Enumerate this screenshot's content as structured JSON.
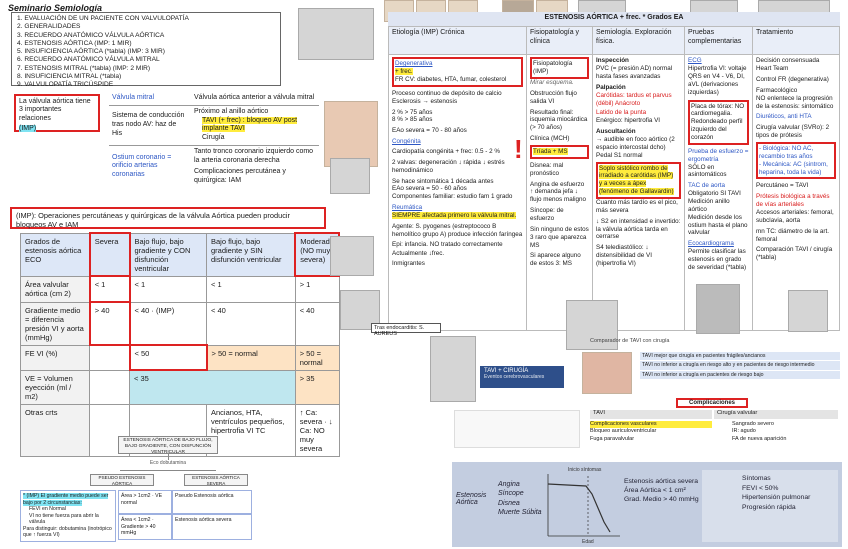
{
  "header": {
    "title": "Seminario Semiología",
    "index": [
      "1. EVALUACIÓN DE UN PACIENTE CON VALVULOPATÍA",
      "2. GENERALIDADES",
      "3. RECUERDO ANATÓMICO VÁLVULA AÓRTICA",
      "4. ESTENOSIS AÓRTICA (IMP: 1 MIR)",
      "5. INSUFICIENCIA AÓRTICA (*tabla) (IMP: 3 MIR)",
      "6. RECUERDO ANATÓMICO VÁLVULA MITRAL",
      "7. ESTENOSIS MITRAL (*tabla) (IMP: 2 MIR)",
      "8. INSUFICIENCIA MITRAL (*tabla)",
      "9. VALVULOPATÍA TRICÚSPIDE"
    ]
  },
  "aortic_note": {
    "text": "La válvula aórtica tiene 3 importantes relaciones",
    "badge": "(IMP)"
  },
  "relations": {
    "row1_left": "Válvula mitral",
    "row1_right": "Válvula aórtica anterior a válvula mitral",
    "row2_left": "Sistema de conducción tras nodo AV: haz de His",
    "row2_right_intro": "Próximo al anillo aórtico",
    "row2_bullets": [
      "TAVI (+ frec) : bloqueo AV post implante TAVI",
      "Cirugía"
    ],
    "row3_left": "Ostium coronario = orificio arterias coronarias",
    "row3_right_a": "Tanto tronco coronario izquierdo como la arteria coronaria derecha",
    "row3_right_b": "Complicaciones percutánea y quirúrgica: IAM"
  },
  "imp_operations": "(IMP): Operaciones percutáneas y quirúrgicas de la válvula Aórtica pueden producir bloqueos AV e IAM",
  "grades": {
    "headers": [
      "Grados de estenosis aórtica ECO",
      "Severa",
      "Bajo flujo, bajo gradiente y CON disfunción ventricular",
      "Bajo flujo, bajo gradiente y SIN disfunción ventricular",
      "Moderada (NO muy severa)"
    ],
    "rows": [
      [
        "Área valvular aórtica (cm 2)",
        "< 1",
        "< 1",
        "< 1",
        "> 1"
      ],
      [
        "Gradiente medio = diferencia presión VI y aorta (mmHg)",
        "> 40",
        "< 40 · (IMP)",
        "< 40",
        "< 40"
      ],
      [
        "FE VI (%)",
        "",
        "< 50",
        "> 50 = normal",
        "> 50 = normal"
      ],
      [
        "VE = Volumen eyección (ml / m2)",
        "",
        "< 35",
        "< 35",
        "> 35"
      ],
      [
        "Otras crts",
        "",
        "",
        "Ancianos, HTA, ventrículos pequeños, hipertrofia VI TC",
        "↑ Ca: severa · ↓ Ca: NO muy severa"
      ]
    ]
  },
  "flow": {
    "top": "ESTENOSIS AÓRTICA DE BAJO FLUJO, BAJO GRADIENTE, CON DISFUNCIÓN VENTRICULAR",
    "mid": "Eco dobutamina",
    "left": "PSEUDO ESTENOSIS AÓRTICA",
    "right": "ESTENOSIS AÓRTICA SEVERA",
    "note_title": "* (IMP) El gradiente medio puede ser bajo por 2 circunstancias:",
    "note_items": [
      "FEVI en Normal",
      "VI no tiene fuerza para abrir la válvula"
    ],
    "note_tail": "Para distinguir: dobutamina (inotrópico que ↑ fuerza VI)",
    "pseudo_a": "Área > 1cm2 · VE normal",
    "pseudo_b": "Área < 1cm2 · Gradiente > 40 mmHg",
    "pseudo_c": "Pseudo Estenosis aórtica",
    "pseudo_d": "Estenosis aórtica severa"
  },
  "right_table": {
    "title": "ESTENOSIS AÓRTICA + frec. * Grados EA",
    "columns": [
      "Etiología (IMP) Crónica",
      "Fisiopatología y clínica",
      "Semiología. Exploración física.",
      "Pruebas complementarias",
      "Tratamiento"
    ],
    "etiology": [
      "Degenerativa",
      "+ frec.",
      "FR CV: diabetes, HTA, fumar, colesterol",
      "Proceso continuo de depósito de calcio Esclerosis → estenosis",
      "2 % > 75 años",
      "8 % > 85 años",
      "EAo severa = 70 - 80 años",
      "Congénita",
      "Cardiopatía congénita + frec: 0.5 - 2 %",
      "2 valvas: degeneración ↓ rápida ↓ estrés hemodinámico",
      "Se hace sintomática 1 década antes",
      "EAo severa = 50 - 60 años",
      "Componentes familiar: estudio fam 1 grado",
      "Reumática",
      "SIEMPRE afectada primero la válvula mitral.",
      "Agente: S. pyogenes (estreptococo B hemolítico grupo A) produce infección faríngea",
      "Epi: infancia. NO tratado correctamente",
      "Actualmente ↓frec.",
      "Inmigrantes"
    ],
    "physio": [
      "Fisiopatología (IMP)",
      "Mirar esquema.",
      "Obstrucción flujo salida VI",
      "Resultado final: isquemia miocárdica (> 70 años)",
      "Clínica (MCH)",
      "Tríada + MS",
      "Disnea: mal pronóstico",
      "Angina de esfuerzo ↑ demanda jefa ↓ flujo menos maligno",
      "Síncope: de esfuerzo",
      "Sin ninguno de estos 3 raro que aparezca MS",
      "Si aparece alguno de estos 3: MS"
    ],
    "semio": [
      "Inspección",
      "PVC (= presión AD) normal hasta fases avanzadas",
      "Palpación",
      "Carótidas: tardus et parvus (débil) Anácroto",
      "Latido de la punta",
      "Enérgico: hipertrofia VI",
      "Auscultación",
      "→ audible en foco aórtico (2 espacio intercostal dcho) Pedal S1 normal",
      "Soplo sistólico rombo de irradiado a carótidas (IMP) y a veces a ápex (fenómeno de Gallavardin)",
      "Cuanto más tardío es el pico, más severa",
      "↓ S2 en intensidad e invertido: la válvula aórtica tarda en cerrarse",
      "S4 telediastólico: ↓ distensibilidad de VI (hipertrofia VI)"
    ],
    "tests": [
      "ECG",
      "Hipertrofia VI: voltaje QRS en V4 - V6, DI, aVL (derivaciones izquierdas)",
      "Placa de tórax: NO cardiomegalia. Redondeado perfil izquierdo del corazón",
      "Prueba de esfuerzo = ergometría",
      "SÓLO en asintomáticos",
      "TAC de aorta",
      "Obligatorio SI TAVI",
      "Medición anillo aórtico",
      "Medición desde los ostium hasta el plano valvular",
      "Ecocardiograma",
      "Permite clasificar las estenosis en grado de severidad (*tabla)"
    ],
    "treat": [
      "Decisión consensuada Heart Team",
      "Control FR (degenerativa)",
      "Farmacológico",
      "NO enlentece la progresión de la estenosis: sintomático",
      "Diuréticos, anti HTA",
      "Cirugía valvular (SVRo): 2 tipos de prótesis",
      "- Biológica: NO AC, recambio tras años",
      "- Mecánica: AC (sintrom, heparina, toda la vida)",
      "Percutáneo = TAVI",
      "Prótesis biológica a través de vías arteriales",
      "Accesos arteriales: femoral, subclavia, aorta",
      "mn TC: diámetro de la art. femoral",
      "Comparación TAVI / cirugía (*tabla)"
    ]
  },
  "callout": "Tras endocarditis: S. AUREUS",
  "tavi_label": "TAVI + CIRUGÍA",
  "tavi_sub": "Eventos cerebrovasculares",
  "comparison": {
    "title": "Comparador de TAVI con cirugía",
    "rows": [
      "TAVI mejor que cirugía en pacientes frágiles/ancianos",
      "TAVI no inferior a cirugía en riesgo alto y en pacientes de riesgo intermedio",
      "TAVI no inferior a cirugía en pacientes de riesgo bajo"
    ]
  },
  "complications": {
    "title": "Complicaciones",
    "col_a": "TAVI",
    "col_b": "Cirugía valvular",
    "a": [
      "Complicaciones vasculares",
      "Bloqueo auriculoventricular",
      "Fuga paravalvular"
    ],
    "b": [
      "Sangrado severo",
      "IR: agudo",
      "FA de nueva aparición"
    ]
  },
  "bottom_figure": {
    "labels": [
      "Estenosis Aórtica",
      "Angina",
      "Síncope",
      "Disnea",
      "Muerte Súbita",
      "Estenosis aórtica severa",
      "Área Aórtica < 1 cm²",
      "Grad. Medio > 40 mmHg",
      "Síntomas",
      "FEVI < 50%",
      "Hipertensión pulmonar",
      "Progresión rápida"
    ],
    "axis": [
      "Edad",
      "Inicio síntomas"
    ]
  }
}
